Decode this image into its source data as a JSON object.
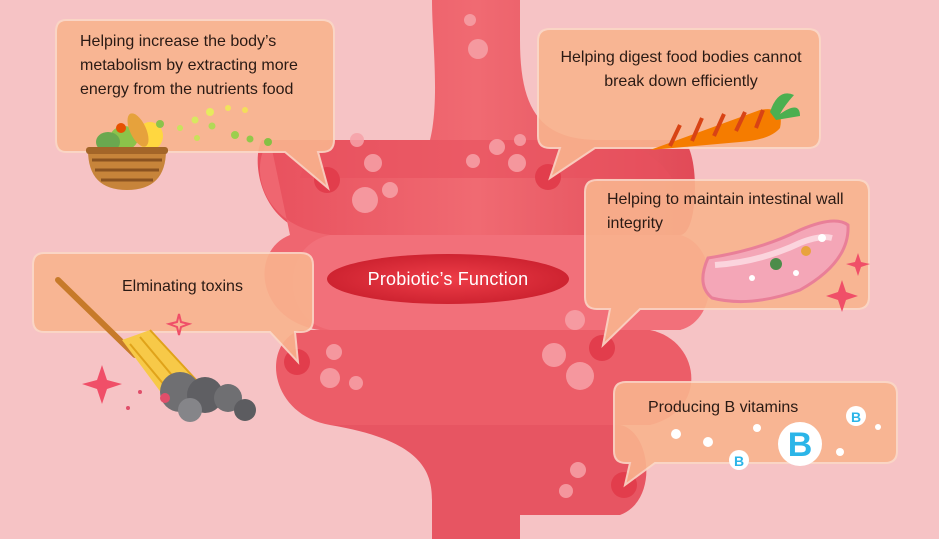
{
  "title": "Probiotic’s Function",
  "functions": [
    {
      "text": "Helping increase the body’s metabolism by extracting more energy from the nutrients food",
      "icon": "fruit-basket-icon"
    },
    {
      "text": "Helping digest food bodies cannot break down efficiently",
      "icon": "carrot-icon"
    },
    {
      "text": "Helping to maintain intestinal wall integrity",
      "icon": "intestinal-wall-icon"
    },
    {
      "text": "Elminating toxins",
      "icon": "broom-icon"
    },
    {
      "text": "Producing B vitamins",
      "icon": "vitamin-b-icon"
    }
  ],
  "vitamin_letter": "B",
  "colors": {
    "background": "#f6c3c5",
    "intestine": "#ec5f69",
    "bubble": "#f8b08c",
    "label": "#d42232"
  }
}
